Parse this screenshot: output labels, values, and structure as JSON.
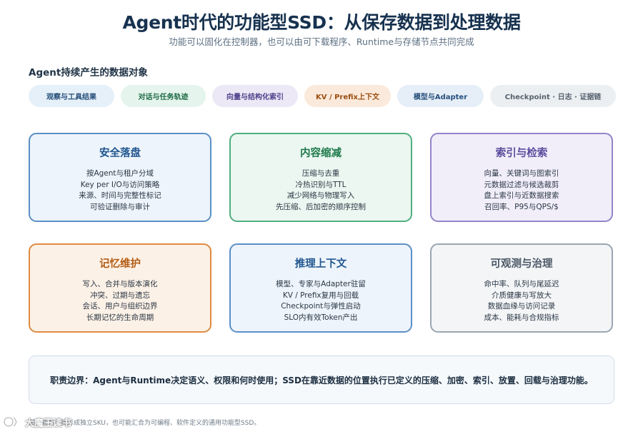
{
  "header": {
    "title": "Agent时代的功能型SSD：从保存数据到处理数据",
    "subtitle": "功能可以固化在控制器，也可以由可下载程序、Runtime与存储节点共同完成"
  },
  "objects": {
    "label": "Agent持续产生的数据对象",
    "pills": [
      {
        "label": "观察与工具结果",
        "bg": "#e6f0f8",
        "color": "#244d7a"
      },
      {
        "label": "对话与任务轨迹",
        "bg": "#e5f4ec",
        "color": "#1e6b45"
      },
      {
        "label": "向量与结构化索引",
        "bg": "#ece8f6",
        "color": "#4f3f8a"
      },
      {
        "label": "KV / Prefix上下文",
        "bg": "#fbeadb",
        "color": "#9a4f12"
      },
      {
        "label": "模型与Adapter",
        "bg": "#e6eef7",
        "color": "#27507c"
      },
      {
        "label": "Checkpoint · 日志 · 证据链",
        "bg": "#eceff2",
        "color": "#56626e"
      }
    ]
  },
  "cards": [
    {
      "title": "安全落盘",
      "lines": [
        "按Agent与租户分域",
        "Key per I/O与访问策略",
        "来源、时间与完整性标记",
        "可验证删除与审计"
      ],
      "border": "#5b8fc7",
      "bg": "#edf4fb",
      "title_color": "#22578f"
    },
    {
      "title": "内容缩减",
      "lines": [
        "压缩与去重",
        "冷热识别与TTL",
        "减少网络与物理写入",
        "先压缩、后加密的顺序控制"
      ],
      "border": "#4fae7f",
      "bg": "#ebf7f0",
      "title_color": "#1f7a4c"
    },
    {
      "title": "索引与检索",
      "lines": [
        "向量、关键词与图索引",
        "元数据过滤与候选裁剪",
        "盘上索引与近数据搜索",
        "召回率、P95与QPS/$"
      ],
      "border": "#9384c9",
      "bg": "#f1eefa",
      "title_color": "#5b4a9c"
    },
    {
      "title": "记忆维护",
      "lines": [
        "写入、合并与版本演化",
        "冲突、过期与遗忘",
        "会话、用户与组织边界",
        "长期记忆的生命周期"
      ],
      "border": "#e08a42",
      "bg": "#fcf1e6",
      "title_color": "#b35c14"
    },
    {
      "title": "推理上下文",
      "lines": [
        "模型、专家与Adapter驻留",
        "KV / Prefix复用与回载",
        "Checkpoint与弹性启动",
        "SLO内有效Token产出"
      ],
      "border": "#5b8fc7",
      "bg": "#edf4fb",
      "title_color": "#22578f"
    },
    {
      "title": "可观测与治理",
      "lines": [
        "命中率、队列与尾延迟",
        "介质健康与写放大",
        "数据血缘与访问记录",
        "成本、能耗与合规指标"
      ],
      "border": "#9aa6b2",
      "bg": "#f3f5f7",
      "title_color": "#4b5866"
    }
  ],
  "boundary": {
    "text": "职责边界：Agent与Runtime决定语义、权限和何时使用；SSD在靠近数据的位置执行已定义的压缩、加密、索引、放置、回载与治理功能。"
  },
  "footnote": {
    "text": "部分能力可能形成独立SKU，也可能汇合为可编程、软件定义的通用功能型SSD。"
  },
  "watermark": {
    "text": "大魔王读书"
  }
}
